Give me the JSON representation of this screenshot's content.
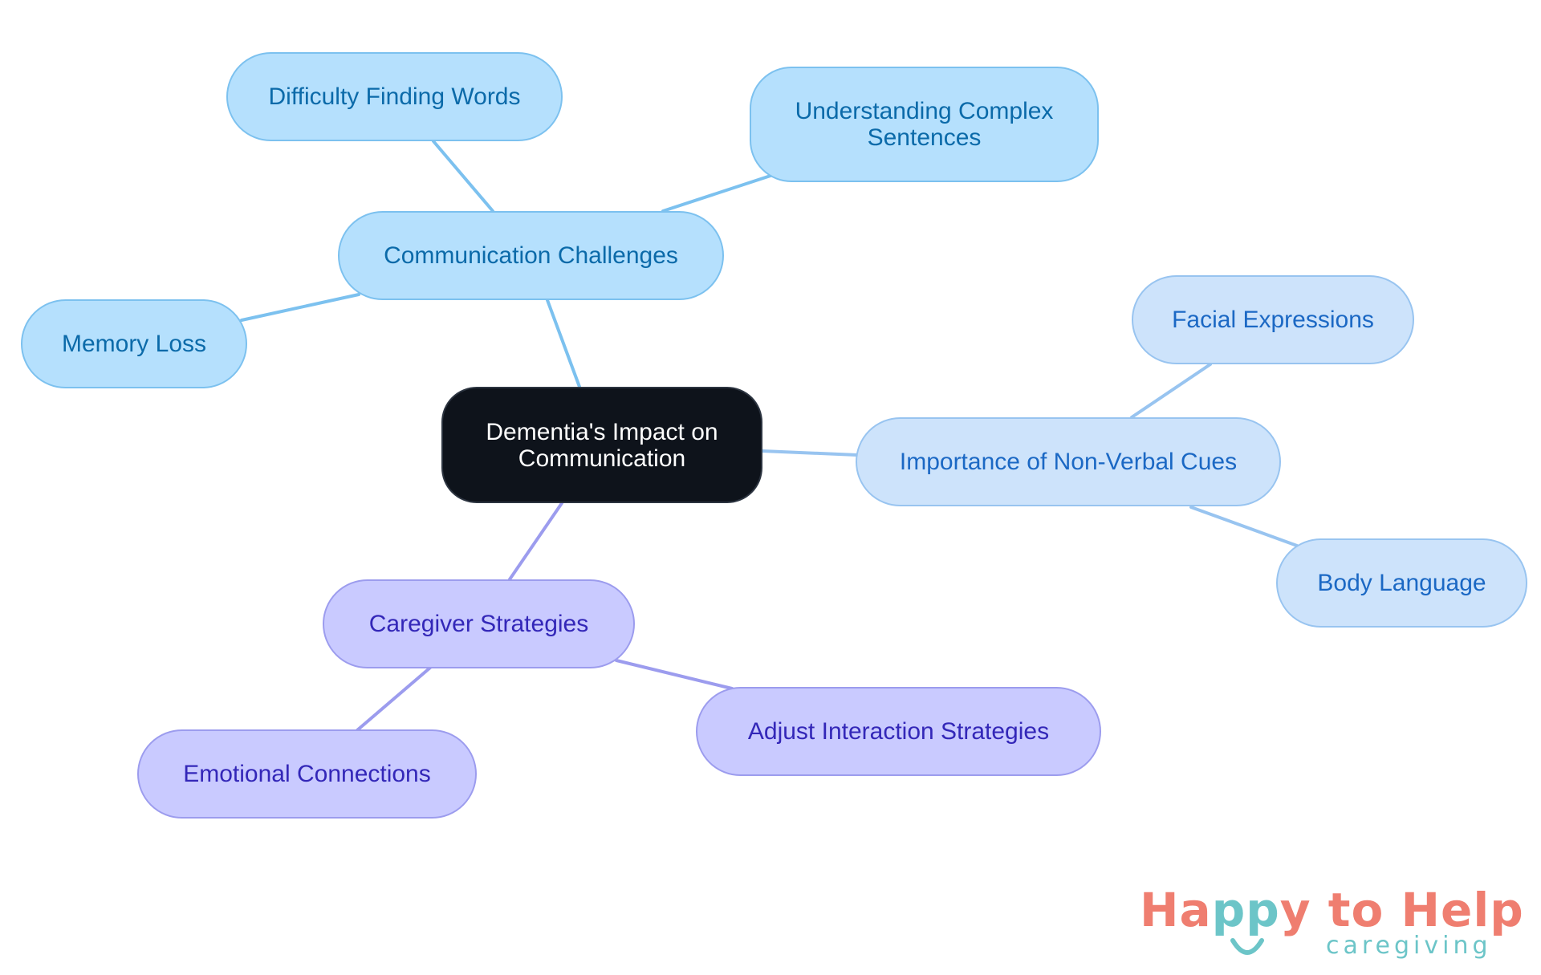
{
  "diagram": {
    "root": {
      "label": "Dementia's Impact on Communication"
    },
    "branches": [
      {
        "label": "Communication Challenges",
        "children": [
          "Difficulty Finding Words",
          "Understanding Complex Sentences",
          "Memory Loss"
        ]
      },
      {
        "label": "Importance of Non-Verbal Cues",
        "children": [
          "Facial Expressions",
          "Body Language"
        ]
      },
      {
        "label": "Caregiver Strategies",
        "children": [
          "Emotional Connections",
          "Adjust Interaction Strategies"
        ]
      }
    ],
    "colors": {
      "root_fill": "#0e131b",
      "challenges_fill": "#b5e0fd",
      "challenges_line": "#7cc1ef",
      "nonverbal_fill": "#cde3fb",
      "nonverbal_line": "#98c4f0",
      "strategies_fill": "#c9caff",
      "strategies_line": "#9c9cee"
    }
  },
  "logo": {
    "name": "Happy to Help",
    "tagline": "caregiving"
  }
}
